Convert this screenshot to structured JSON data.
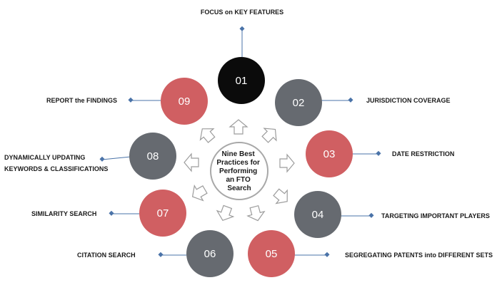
{
  "center": {
    "lines": [
      "Nine Best",
      "Practices for",
      "Performing",
      "an FTO",
      "Search"
    ]
  },
  "colors": {
    "black": "#0b0b0b",
    "gray": "#666a70",
    "red": "#d05f62",
    "connector": "#4a73a8",
    "arrow_stroke": "#9c9c9c",
    "center_ring": "#a8a8a8"
  },
  "steps": [
    {
      "num": "01",
      "label": "FOCUS on KEY FEATURES",
      "color": "black"
    },
    {
      "num": "02",
      "label": "JURISDICTION COVERAGE",
      "color": "gray"
    },
    {
      "num": "03",
      "label": "DATE RESTRICTION",
      "color": "red"
    },
    {
      "num": "04",
      "label": "TARGETING IMPORTANT PLAYERS",
      "color": "gray"
    },
    {
      "num": "05",
      "label": "SEGREGATING PATENTS into DIFFERENT SETS",
      "color": "red"
    },
    {
      "num": "06",
      "label": "CITATION SEARCH",
      "color": "gray"
    },
    {
      "num": "07",
      "label": "SIMILARITY SEARCH",
      "color": "red"
    },
    {
      "num": "08",
      "label": [
        "DYNAMICALLY UPDATING",
        "KEYWORDS & CLASSIFICATIONS"
      ],
      "color": "gray"
    },
    {
      "num": "09",
      "label": "REPORT the FINDINGS",
      "color": "red"
    }
  ]
}
